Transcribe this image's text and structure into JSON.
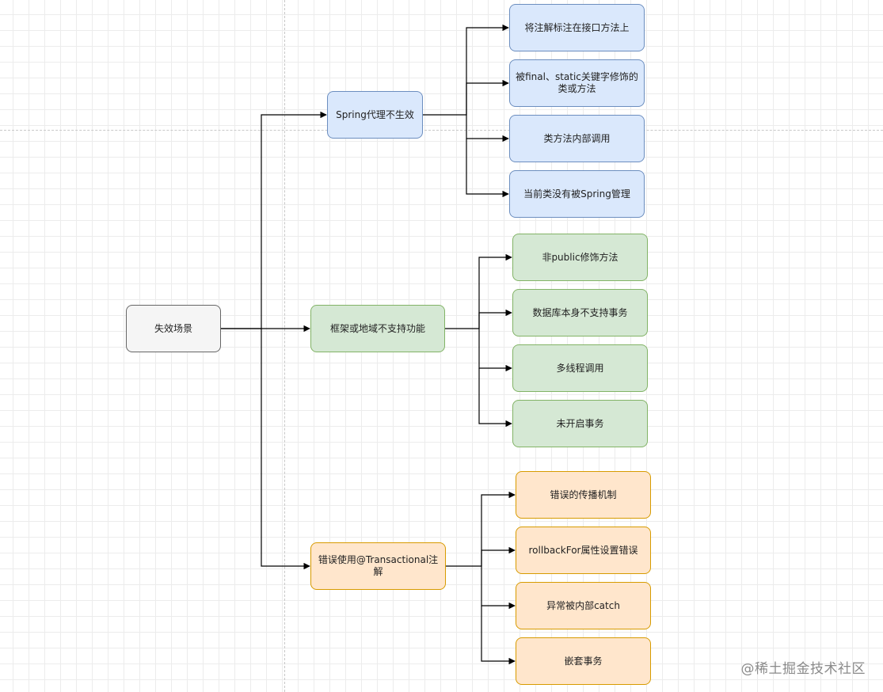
{
  "root": {
    "label": "失效场景"
  },
  "branches": [
    {
      "label": "Spring代理不生效",
      "leaves": [
        "将注解标注在接口方法上",
        "被final、static关键字修饰的类或方法",
        "类方法内部调用",
        "当前类没有被Spring管理"
      ]
    },
    {
      "label": "框架或地域不支持功能",
      "leaves": [
        "非public修饰方法",
        "数据库本身不支持事务",
        "多线程调用",
        "未开启事务"
      ]
    },
    {
      "label": "错误使用@Transactional注解",
      "leaves": [
        "错误的传播机制",
        "rollbackFor属性设置错误",
        "异常被内部catch",
        "嵌套事务"
      ]
    }
  ],
  "watermark": "@稀土掘金技术社区",
  "colors": {
    "root_fill": "#f5f5f5",
    "root_stroke": "#666666",
    "blue_fill": "#dae8fc",
    "blue_stroke": "#6c8ebf",
    "green_fill": "#d5e8d4",
    "green_stroke": "#82b366",
    "orange_fill": "#ffe6cc",
    "orange_stroke": "#d79b00",
    "edge": "#000000"
  }
}
